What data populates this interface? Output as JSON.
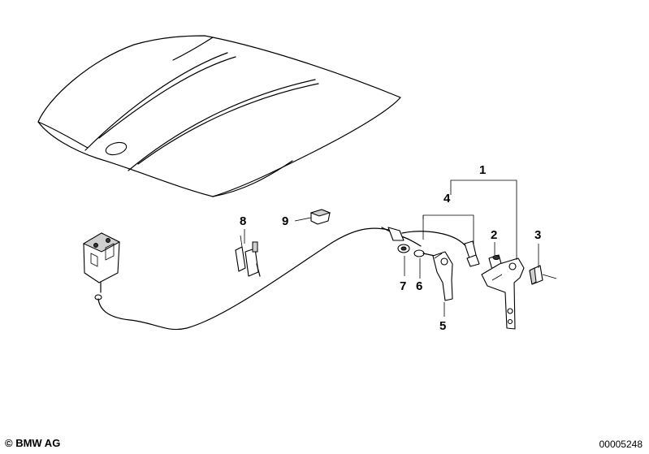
{
  "callouts": {
    "c1": "1",
    "c2": "2",
    "c3": "3",
    "c4": "4",
    "c5": "5",
    "c6": "6",
    "c7": "7",
    "c8": "8",
    "c9": "9"
  },
  "footer": {
    "copyright": "© BMW AG",
    "diagram_id": "00005248"
  }
}
